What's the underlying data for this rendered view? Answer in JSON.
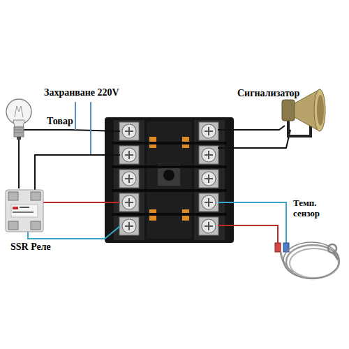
{
  "diagram": {
    "nodes": [
      {
        "text": [
          "Товар"
        ]
      },
      {
        "text": [
          "Сигнализатор"
        ]
      },
      {
        "text": [
          "Темп. сензор"
        ]
      },
      {
        "text": [
          "SSR Реле"
        ]
      }
    ],
    "edges": [
      {
        "from": 0,
        "to": 3,
        "arrow": "none"
      }
    ],
    "labels": [
      "Захранване 220V"
    ]
  }
}
